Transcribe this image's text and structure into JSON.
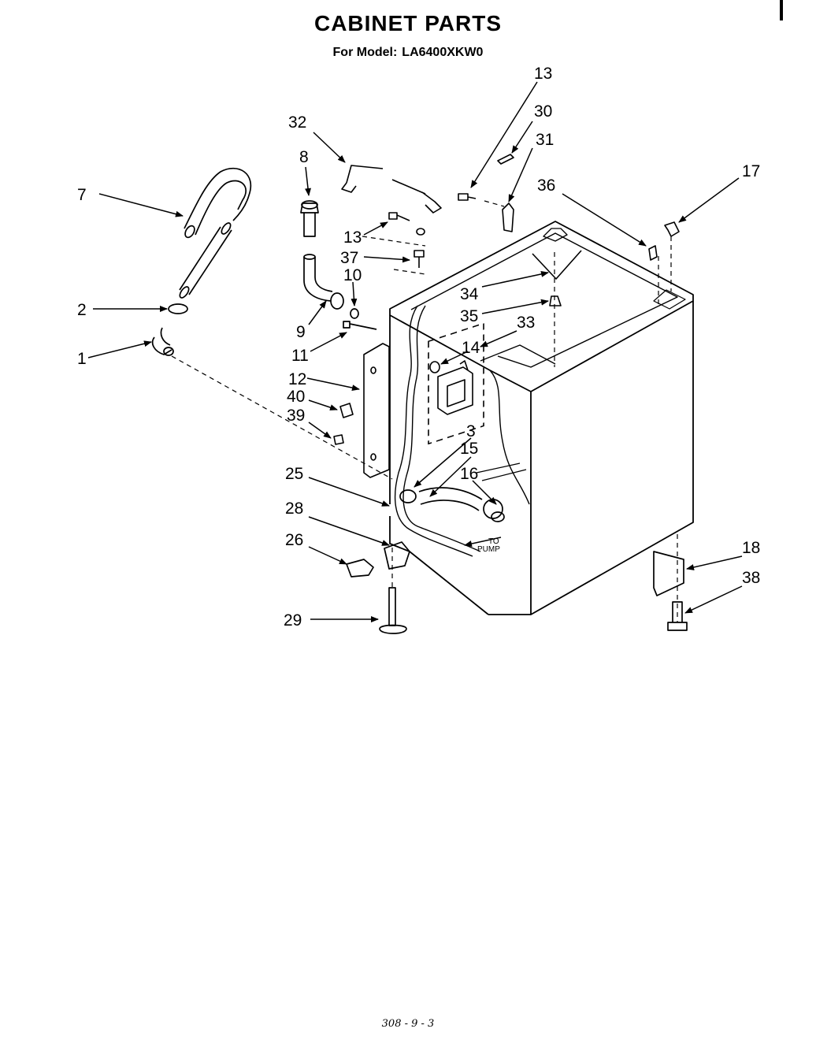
{
  "header": {
    "title": "CABINET PARTS",
    "model_prefix": "For Model:",
    "model_number": "LA6400XKW0"
  },
  "annotation": {
    "to_pump_line1": "TO",
    "to_pump_line2": "PUMP"
  },
  "callouts": [
    {
      "id": "c13a",
      "text": "13"
    },
    {
      "id": "c30",
      "text": "30"
    },
    {
      "id": "c31",
      "text": "31"
    },
    {
      "id": "c32",
      "text": "32"
    },
    {
      "id": "c8",
      "text": "8"
    },
    {
      "id": "c17",
      "text": "17"
    },
    {
      "id": "c36",
      "text": "36"
    },
    {
      "id": "c7",
      "text": "7"
    },
    {
      "id": "c13b",
      "text": "13"
    },
    {
      "id": "c37",
      "text": "37"
    },
    {
      "id": "c10",
      "text": "10"
    },
    {
      "id": "c34",
      "text": "34"
    },
    {
      "id": "c35",
      "text": "35"
    },
    {
      "id": "c33",
      "text": "33"
    },
    {
      "id": "c14",
      "text": "14"
    },
    {
      "id": "c2",
      "text": "2"
    },
    {
      "id": "c9",
      "text": "9"
    },
    {
      "id": "c11",
      "text": "11"
    },
    {
      "id": "c1",
      "text": "1"
    },
    {
      "id": "c12",
      "text": "12"
    },
    {
      "id": "c40",
      "text": "40"
    },
    {
      "id": "c39",
      "text": "39"
    },
    {
      "id": "c3",
      "text": "3"
    },
    {
      "id": "c15",
      "text": "15"
    },
    {
      "id": "c16",
      "text": "16"
    },
    {
      "id": "c25",
      "text": "25"
    },
    {
      "id": "c28",
      "text": "28"
    },
    {
      "id": "c26",
      "text": "26"
    },
    {
      "id": "c18",
      "text": "18"
    },
    {
      "id": "c38",
      "text": "38"
    },
    {
      "id": "c29",
      "text": "29"
    }
  ],
  "footer": {
    "page_code": "308 - 9 - 3"
  }
}
